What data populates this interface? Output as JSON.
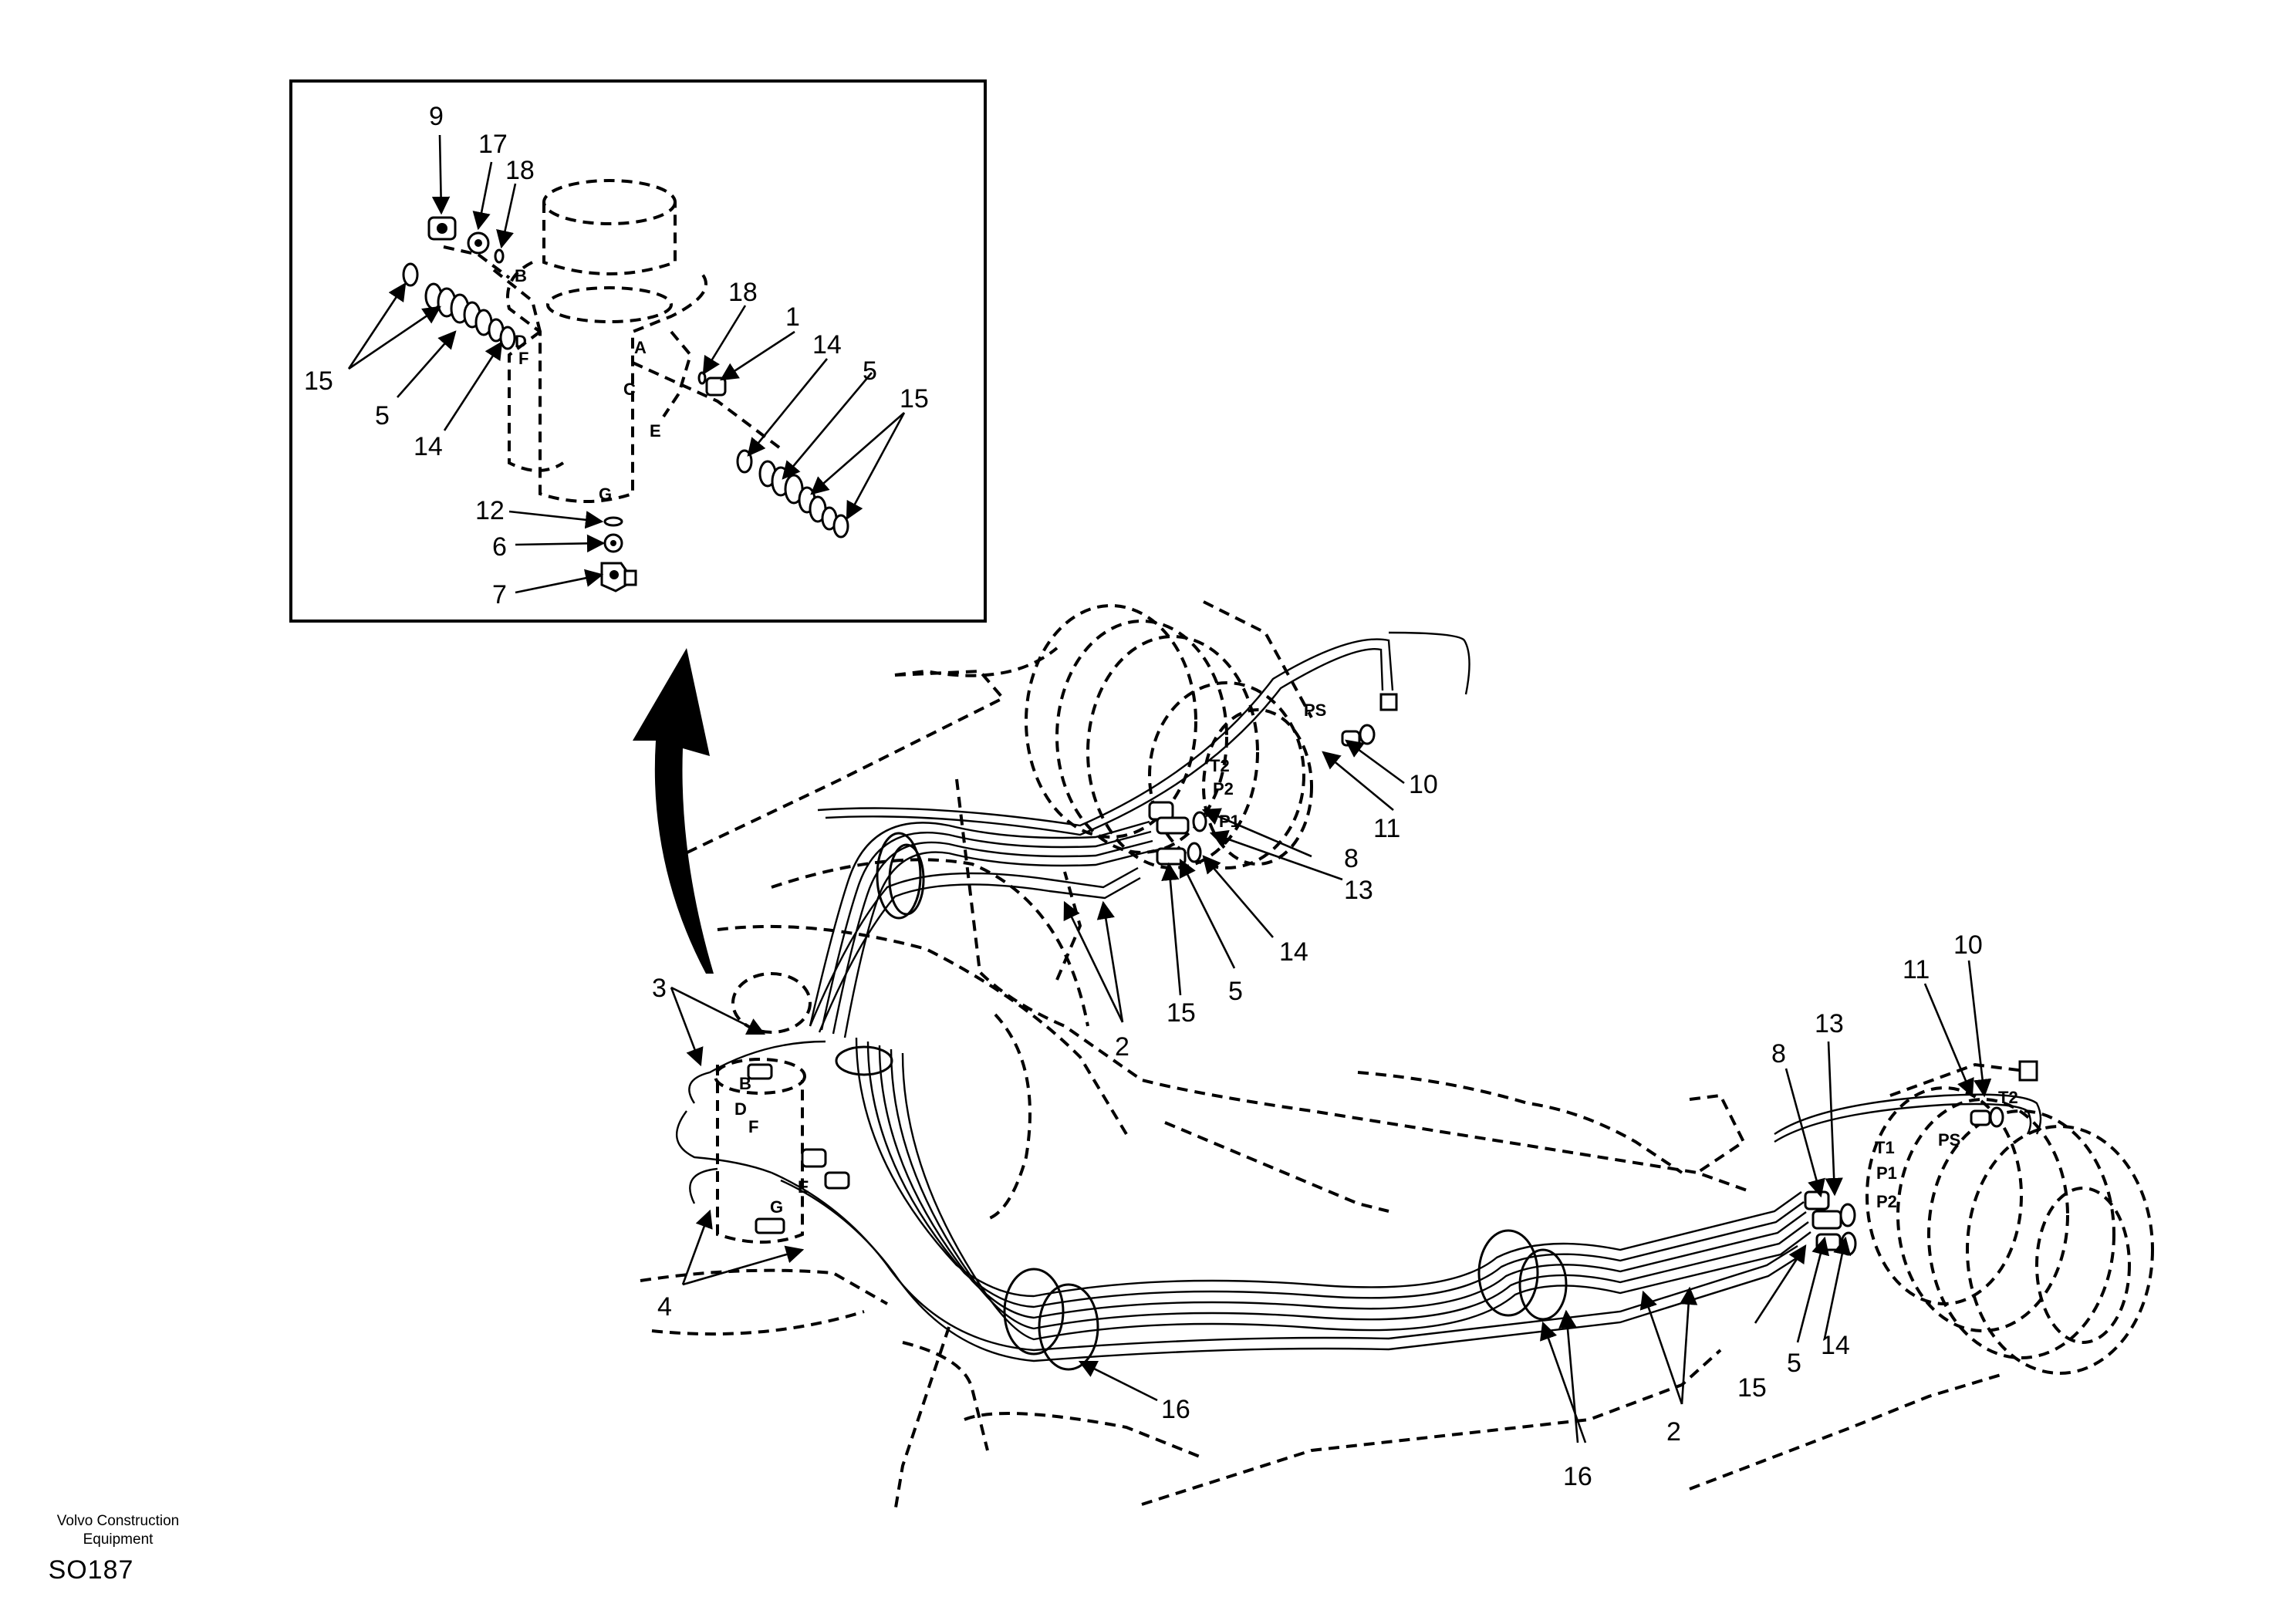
{
  "footer": {
    "company_line1": "Volvo Construction",
    "company_line2": "Equipment",
    "drawing_code": "SO187"
  },
  "detail_callouts": [
    "9",
    "17",
    "18",
    "15",
    "5",
    "14",
    "18",
    "1",
    "14",
    "5",
    "15",
    "12",
    "6",
    "7"
  ],
  "detail_ports": [
    "B",
    "D",
    "F",
    "A",
    "C",
    "E",
    "G"
  ],
  "main_callouts": [
    "10",
    "11",
    "8",
    "13",
    "14",
    "5",
    "15",
    "2",
    "3",
    "4",
    "16",
    "16",
    "2",
    "15",
    "5",
    "14",
    "8",
    "13",
    "11",
    "10"
  ],
  "main_ports": [
    "PS",
    "T2",
    "P2",
    "P1",
    "B",
    "D",
    "F",
    "E",
    "G",
    "T1",
    "P1",
    "P2",
    "T2",
    "PS"
  ]
}
